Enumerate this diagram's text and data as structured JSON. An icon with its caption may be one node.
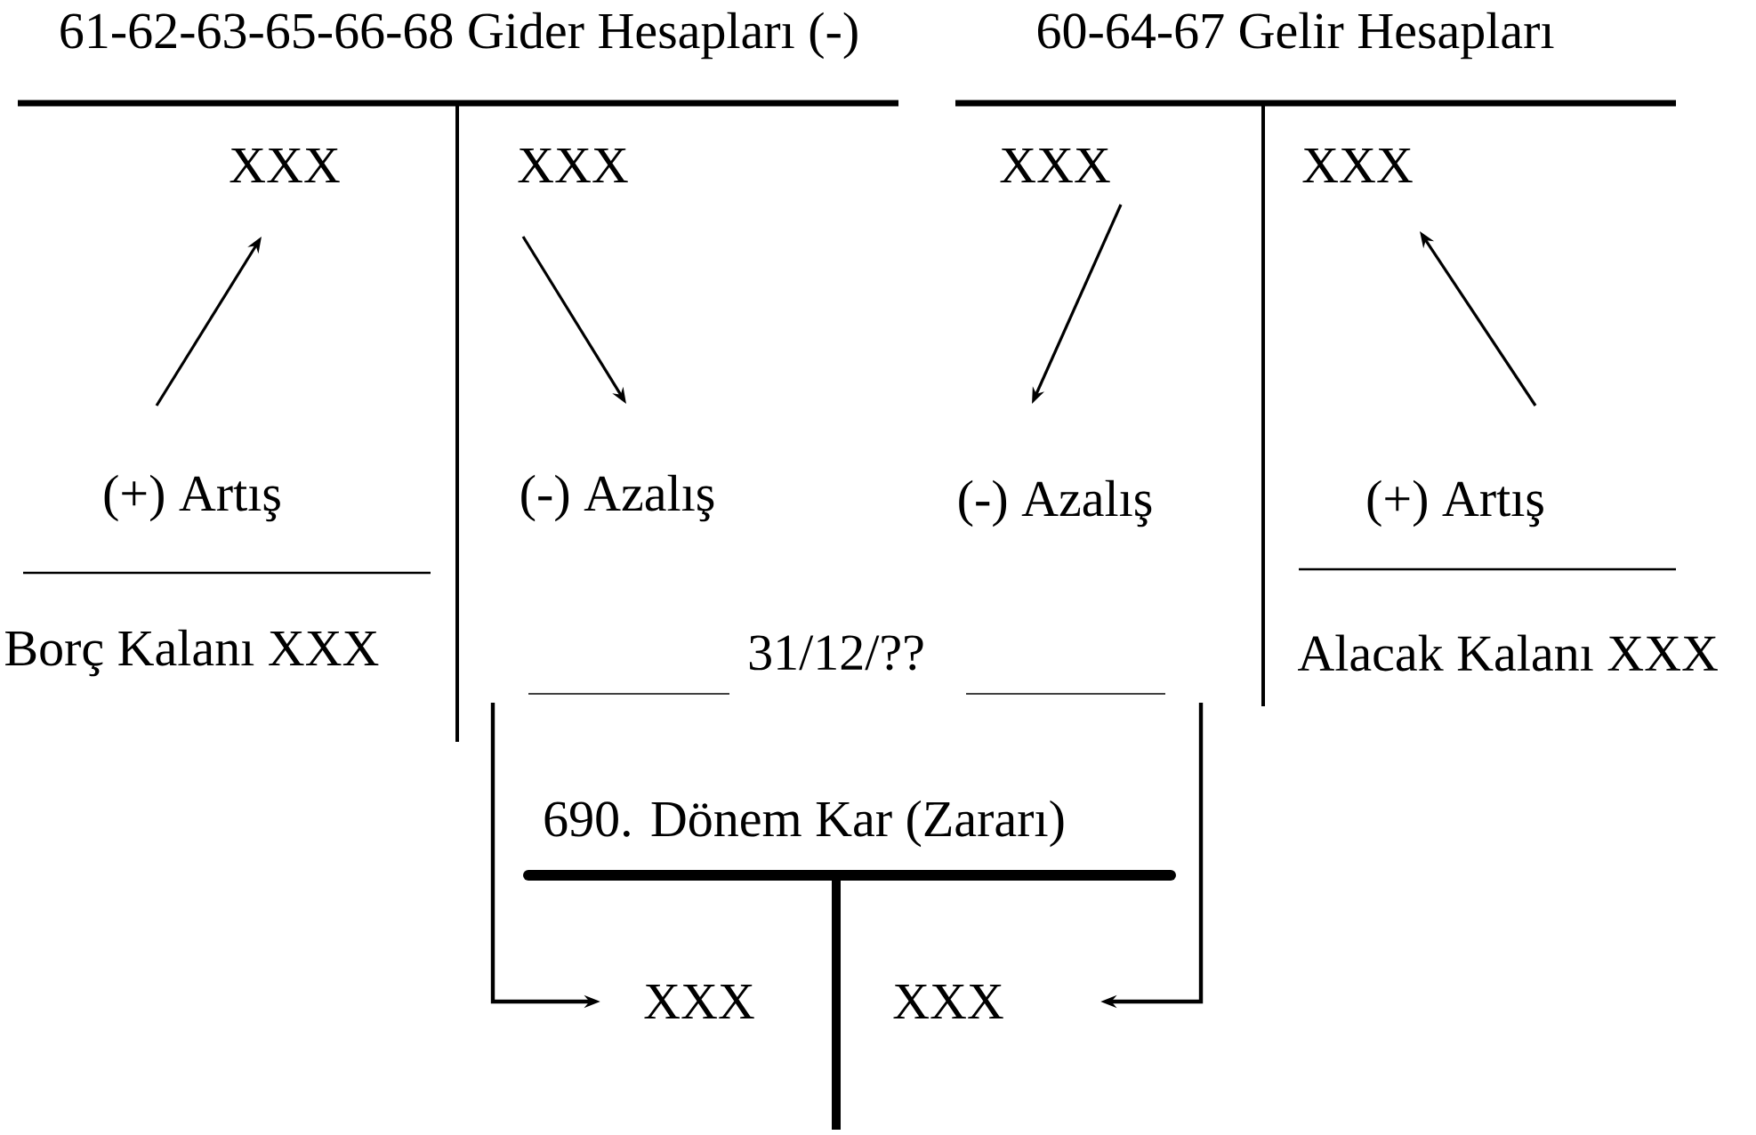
{
  "diagram": {
    "nodes": [
      {
        "text": [
          "XXX"
        ]
      },
      {
        "text": [
          "(+) Artış"
        ]
      },
      {
        "text": [
          "XXX"
        ]
      },
      {
        "text": [
          "(-) Azalış"
        ]
      },
      {
        "text": [
          "XXX"
        ]
      },
      {
        "text": [
          "(-) Azalış"
        ]
      },
      {
        "text": [
          "XXX"
        ]
      },
      {
        "text": [
          "(+) Artış"
        ]
      },
      {
        "text": [
          "XXX"
        ]
      },
      {
        "text": [
          "XXX"
        ]
      }
    ],
    "edges": [
      {
        "from": 1,
        "to": 0,
        "arrow": "to"
      },
      {
        "from": 2,
        "to": 3,
        "arrow": "to"
      },
      {
        "from": 4,
        "to": 5,
        "arrow": "to"
      },
      {
        "from": 7,
        "to": 6,
        "arrow": "to"
      },
      {
        "from": null,
        "to": 8,
        "arrow": "to"
      },
      {
        "from": null,
        "to": 9,
        "arrow": "to"
      }
    ],
    "labels": [
      "61-62-63-65-66-68 Gider Hesapları (-)",
      "60-64-67 Gelir Hesapları",
      "Borç Kalanı XXX",
      "31/12/??",
      "Alacak Kalanı XXX",
      "690. Dönem Kar (Zararı)"
    ]
  }
}
